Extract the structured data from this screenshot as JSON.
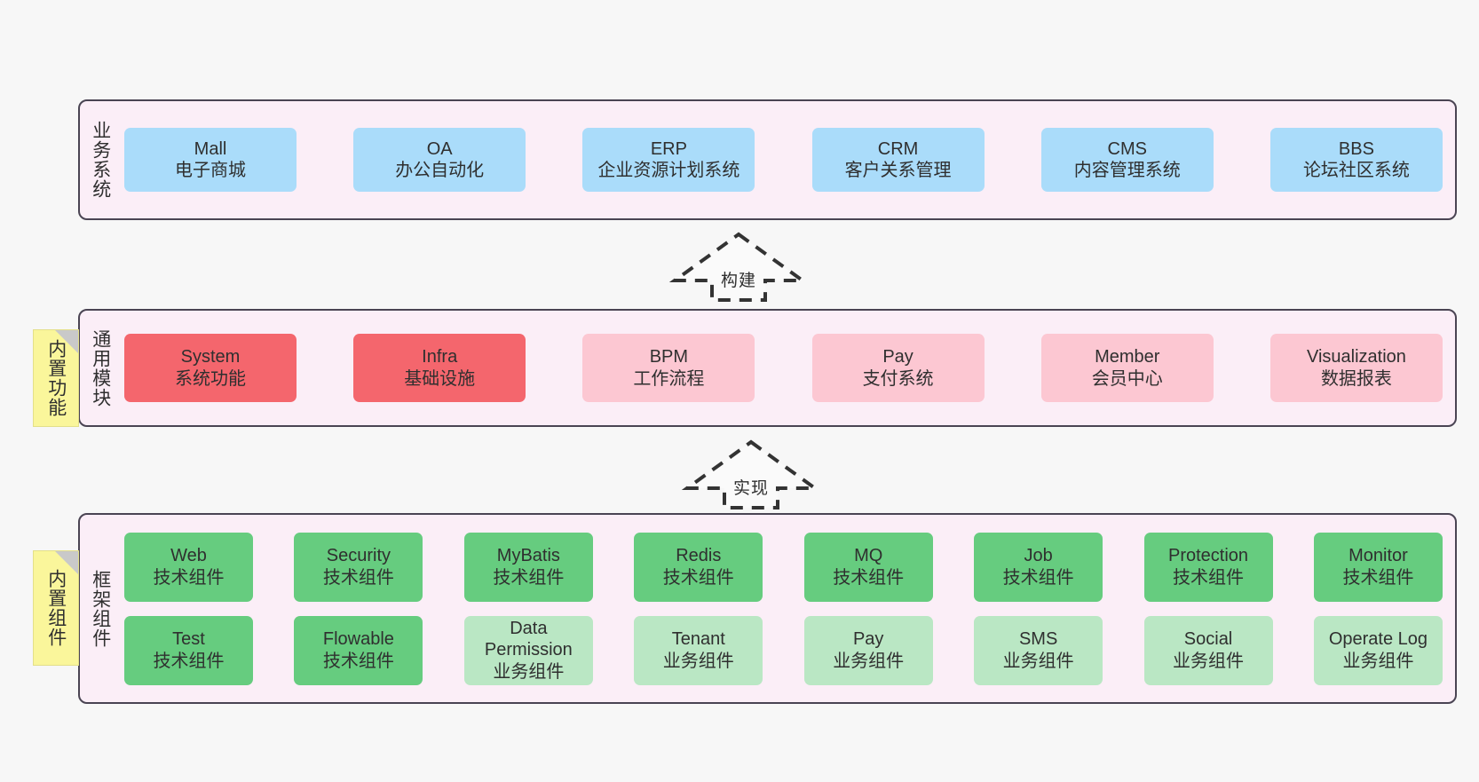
{
  "layers": {
    "business": {
      "title": "业务系统",
      "cards": [
        {
          "en": "Mall",
          "cn": "电子商城",
          "color": "#aadcfa"
        },
        {
          "en": "OA",
          "cn": "办公自动化",
          "color": "#aadcfa"
        },
        {
          "en": "ERP",
          "cn": "企业资源计划系统",
          "color": "#aadcfa"
        },
        {
          "en": "CRM",
          "cn": "客户关系管理",
          "color": "#aadcfa"
        },
        {
          "en": "CMS",
          "cn": "内容管理系统",
          "color": "#aadcfa"
        },
        {
          "en": "BBS",
          "cn": "论坛社区系统",
          "color": "#aadcfa"
        }
      ]
    },
    "modules": {
      "title": "通用模块",
      "cards": [
        {
          "en": "System",
          "cn": "系统功能",
          "color": "#f4666d"
        },
        {
          "en": "Infra",
          "cn": "基础设施",
          "color": "#f4666d"
        },
        {
          "en": "BPM",
          "cn": "工作流程",
          "color": "#fcc7d2"
        },
        {
          "en": "Pay",
          "cn": "支付系统",
          "color": "#fcc7d2"
        },
        {
          "en": "Member",
          "cn": "会员中心",
          "color": "#fcc7d2"
        },
        {
          "en": "Visualization",
          "cn": "数据报表",
          "color": "#fcc7d2"
        }
      ]
    },
    "framework": {
      "title": "框架组件",
      "row1": [
        {
          "en": "Web",
          "cn": "技术组件",
          "color": "#66cc7f"
        },
        {
          "en": "Security",
          "cn": "技术组件",
          "color": "#66cc7f"
        },
        {
          "en": "MyBatis",
          "cn": "技术组件",
          "color": "#66cc7f"
        },
        {
          "en": "Redis",
          "cn": "技术组件",
          "color": "#66cc7f"
        },
        {
          "en": "MQ",
          "cn": "技术组件",
          "color": "#66cc7f"
        },
        {
          "en": "Job",
          "cn": "技术组件",
          "color": "#66cc7f"
        },
        {
          "en": "Protection",
          "cn": "技术组件",
          "color": "#66cc7f"
        },
        {
          "en": "Monitor",
          "cn": "技术组件",
          "color": "#66cc7f"
        }
      ],
      "row2": [
        {
          "en": "Test",
          "cn": "技术组件",
          "color": "#66cc7f"
        },
        {
          "en": "Flowable",
          "cn": "技术组件",
          "color": "#66cc7f"
        },
        {
          "en": "Data Permission",
          "cn": "业务组件",
          "color": "#bae7c4"
        },
        {
          "en": "Tenant",
          "cn": "业务组件",
          "color": "#bae7c4"
        },
        {
          "en": "Pay",
          "cn": "业务组件",
          "color": "#bae7c4"
        },
        {
          "en": "SMS",
          "cn": "业务组件",
          "color": "#bae7c4"
        },
        {
          "en": "Social",
          "cn": "业务组件",
          "color": "#bae7c4"
        },
        {
          "en": "Operate Log",
          "cn": "业务组件",
          "color": "#bae7c4"
        }
      ]
    }
  },
  "notes": [
    {
      "text": "内置功能"
    },
    {
      "text": "内置组件"
    }
  ],
  "arrows": [
    {
      "label": "构建"
    },
    {
      "label": "实现"
    }
  ],
  "colors": {
    "canvas": "#f7f7f7",
    "layer_bg": "#fbeef7",
    "layer_border": "#4a4453",
    "note_bg": "#faf69b",
    "note_fold": "#c9c9c9",
    "blue": "#aadcfa",
    "red": "#f4666d",
    "pink": "#fcc7d2",
    "green": "#66cc7f",
    "light_green": "#bae7c4",
    "text": "#2f2f2f",
    "arrow_dash": "#333333"
  }
}
